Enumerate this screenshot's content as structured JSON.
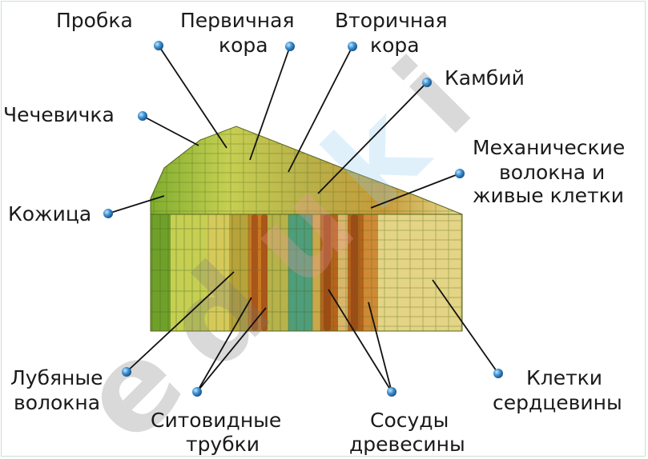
{
  "labels": {
    "probka": "Пробка",
    "pervichnaya_line1": "Первичная",
    "pervichnaya_line2": "кора",
    "vtorichnaya_line1": "Вторичная",
    "vtorichnaya_line2": "кора",
    "kambiy": "Камбий",
    "chechevichka": "Чечевичка",
    "mekh_line1": "Механические",
    "mekh_line2": "волокна и",
    "mekh_line3": "живые клетки",
    "kozhitsa": "Кожица",
    "lubyanye_line1": "Лубяные",
    "lubyanye_line2": "волокна",
    "sitovidnye_line1": "Ситовидные",
    "sitovidnye_line2": "трубки",
    "sosudy_line1": "Сосуды",
    "sosudy_line2": "древесины",
    "kletki_line1": "Клетки",
    "kletki_line2": "сердцевины"
  },
  "watermark": "eduki",
  "colors": {
    "marker": "#3b8fd0",
    "leader": "#111111",
    "bark_dark": "#6f9a2a",
    "bark_light": "#c9d455",
    "phloem": "#b8a33a",
    "xylem": "#c87a22",
    "pith": "#e6d88a",
    "cambium": "#4f9d7a"
  }
}
